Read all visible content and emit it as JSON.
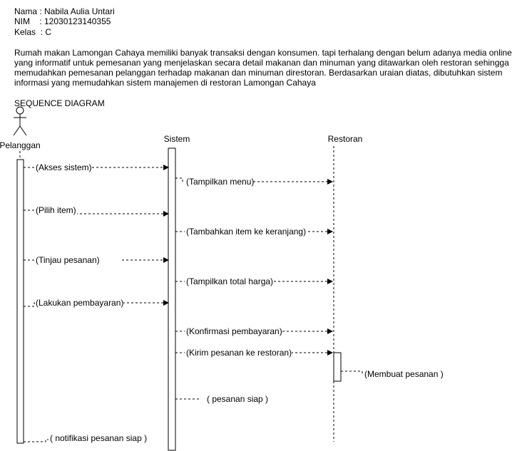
{
  "header": {
    "nama": "Nama : Nabila Aulia Untari",
    "nim": "NIM    : 12030123140355",
    "kelas": "Kelas  : C"
  },
  "description": "Rumah makan Lamongan Cahaya memiliki banyak transaksi dengan konsumen. tapi terhalang dengan belum adanya media online yang informatif untuk pemesanan yang menjelaskan secara detail makanan dan minuman yang ditawarkan oleh restoran sehingga memudahkan pemesanan pelanggan terhadap makanan dan minuman direstoran. Berdasarkan uraian diatas, dibutuhkan sistem informasi yang memudahkan sistem manajemen di restoran Lamongan Cahaya",
  "diagram": {
    "title": "SEQUENCE DIAGRAM",
    "actors": {
      "pelanggan": "Pelanggan",
      "sistem": "Sistem",
      "restoran": "Restoran"
    },
    "messages": [
      {
        "label": "(Akses sistem)"
      },
      {
        "label": "(Tampilkan menu)"
      },
      {
        "label": "(Pilih item)"
      },
      {
        "label": "(Tambahkan item ke keranjang)"
      },
      {
        "label": "(Tinjau pesanan)"
      },
      {
        "label": "(Tampilkan total harga)"
      },
      {
        "label": "(Lakukan pembayaran)"
      },
      {
        "label": "(Konfirmasi pembayaran)"
      },
      {
        "label": "(Kirim pesanan ke restoran)"
      },
      {
        "label": "(Membuat pesanan )"
      },
      {
        "label": "( pesanan siap )"
      },
      {
        "label": "( notifikasi pesanan siap )"
      }
    ]
  },
  "colors": {
    "line": "#000000",
    "background": "#ffffff"
  }
}
